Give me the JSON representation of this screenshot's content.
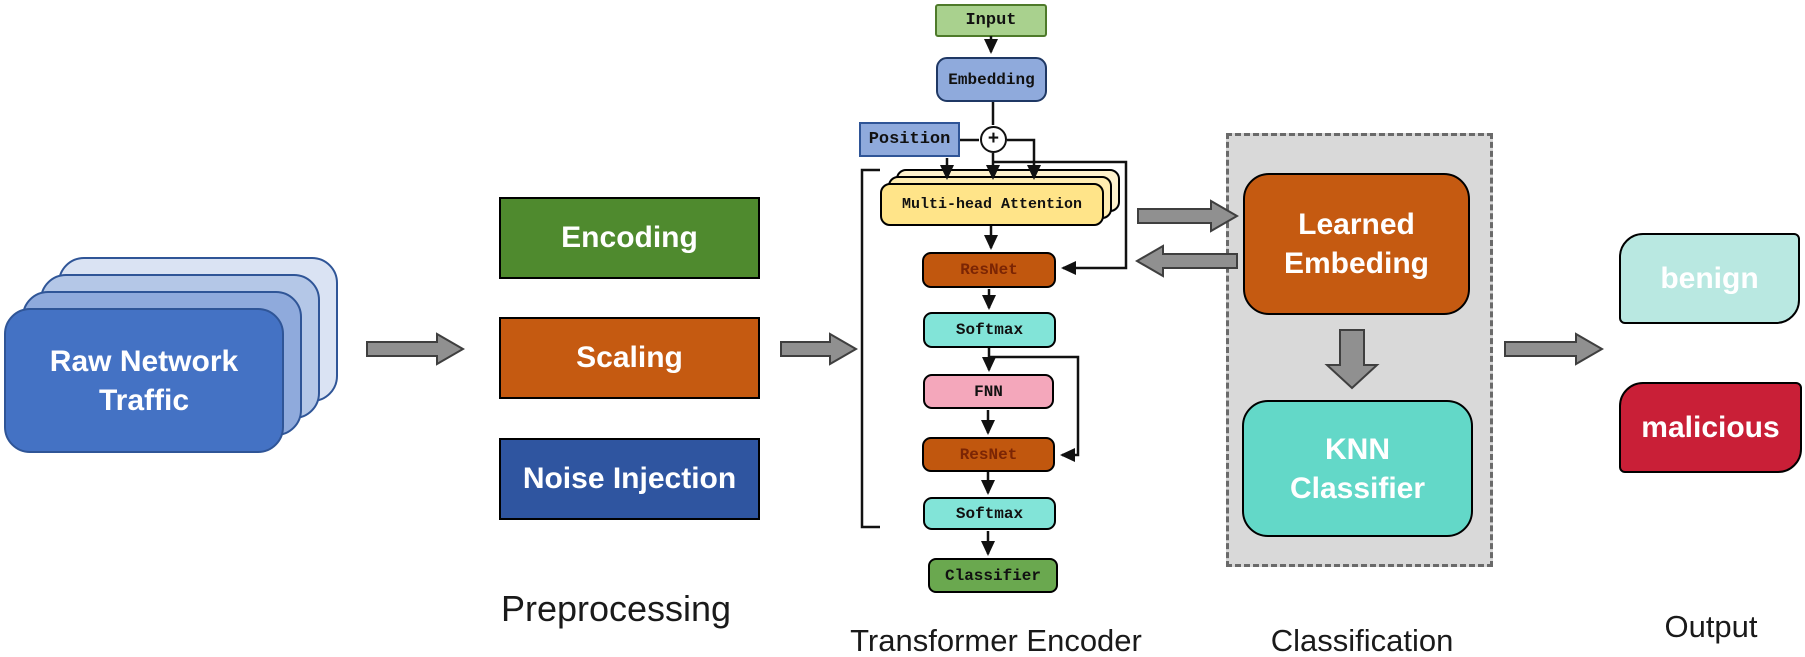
{
  "raw_traffic": {
    "label": "Raw Network\nTraffic"
  },
  "preprocessing": {
    "section_label": "Preprocessing",
    "steps": [
      {
        "label": "Encoding",
        "color": "#4f8a2e"
      },
      {
        "label": "Scaling",
        "color": "#c55a11"
      },
      {
        "label": "Noise Injection",
        "color": "#2f55a0"
      }
    ]
  },
  "encoder": {
    "section_label": "Transformer Encoder",
    "input": "Input",
    "embedding": "Embedding",
    "position": "Position",
    "plus": "+",
    "attention": "Multi-head Attention",
    "resnet1": "ResNet",
    "softmax1": "Softmax",
    "fnn": "FNN",
    "resnet2": "ResNet",
    "softmax2": "Softmax",
    "classifier": "Classifier"
  },
  "classification": {
    "section_label": "Classification",
    "learned_embedding": "Learned\nEmbeding",
    "knn": "KNN\nClassifier"
  },
  "output": {
    "section_label": "Output",
    "classes": [
      {
        "label": "benign",
        "color": "#b9e8e1"
      },
      {
        "label": "malicious",
        "color": "#c91f37"
      }
    ]
  },
  "colors": {
    "raw_traffic_front": "#4472c4",
    "raw_traffic_border": "#2f5597",
    "attention_fill": "#ffe489",
    "resnet_fill": "#c1570e",
    "resnet_text": "#7b2504",
    "softmax_fill": "#82e4d8",
    "fnn_fill": "#f4a7bb",
    "classifier_fill": "#6aa84f",
    "input_fill": "#a9d18e",
    "embedding_fill": "#8faadc",
    "learned_embedding_fill": "#c55a11",
    "knn_fill": "#63d8c8",
    "panel_fill": "#d9d9d9",
    "flow_arrow_fill": "#909090",
    "connector_stroke": "#111111"
  }
}
